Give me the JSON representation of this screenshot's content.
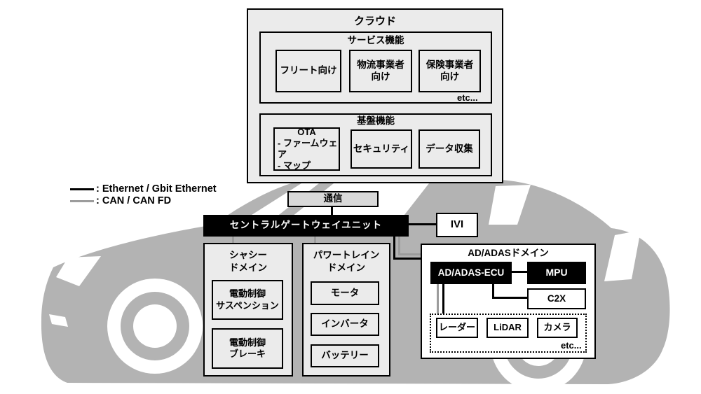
{
  "colors": {
    "ethernet_line": "#000000",
    "can_line": "#9c9c9c",
    "car_body": "#b3b3b3",
    "panel_fill": "#ebebeb",
    "comm_fill": "#d9d9d9"
  },
  "legend": [
    {
      "label": ": Ethernet / Gbit Ethernet",
      "color": "#000000"
    },
    {
      "label": ": CAN / CAN FD",
      "color": "#9c9c9c"
    }
  ],
  "cloud": {
    "title": "クラウド",
    "service": {
      "title": "サービス機能",
      "items": [
        "フリート向け",
        "物流事業者\n向け",
        "保険事業者\n向け"
      ],
      "etc": "etc..."
    },
    "platform": {
      "title": "基盤機能",
      "ota_title": "OTA",
      "ota_details": "- ファームウェア\n- マップ",
      "items": [
        "セキュリティ",
        "データ収集"
      ]
    }
  },
  "vehicle": {
    "comm": "通信",
    "gateway": "セントラルゲートウェイユニット",
    "ivi": "IVI",
    "chassis": {
      "title": "シャシー\nドメイン",
      "items": [
        "電動制御\nサスペンション",
        "電動制御\nブレーキ"
      ]
    },
    "powertrain": {
      "title": "パワートレイン\nドメイン",
      "items": [
        "モータ",
        "インバータ",
        "バッテリー"
      ]
    },
    "adas": {
      "title": "AD/ADASドメイン",
      "ecu": "AD/ADAS-ECU",
      "mpu": "MPU",
      "c2x": "C2X",
      "sensors": [
        "レーダー",
        "LiDAR",
        "カメラ"
      ],
      "etc": "etc..."
    }
  }
}
